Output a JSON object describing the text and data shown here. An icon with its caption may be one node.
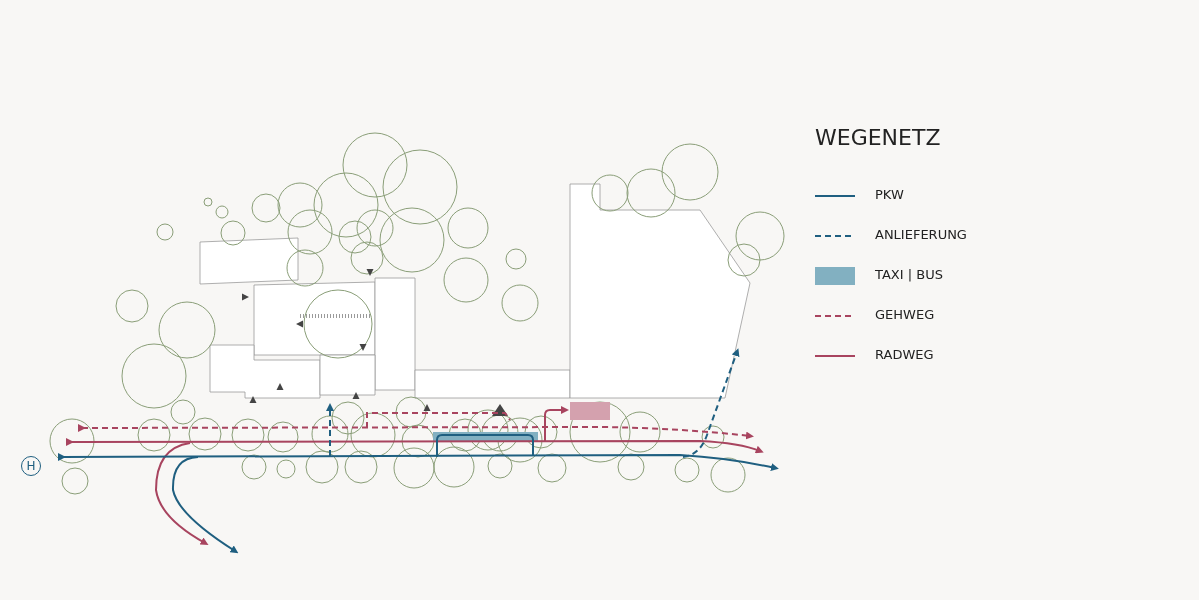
{
  "diagram": {
    "title": "WEGENETZ",
    "labels": [
      "H"
    ],
    "legend": [
      {
        "text": "PKW"
      },
      {
        "text": "ANLIEFERUNG"
      },
      {
        "text": "TAXI | BUS",
        "color": "#82b0c1"
      },
      {
        "text": "GEHWEG"
      },
      {
        "text": "RADWEG"
      }
    ]
  }
}
